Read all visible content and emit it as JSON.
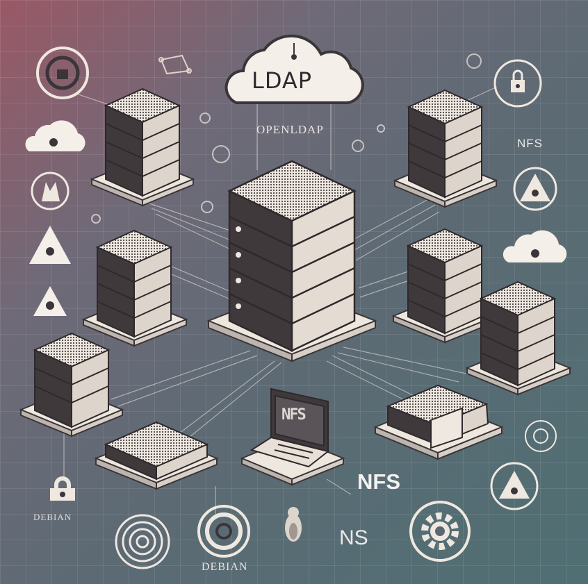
{
  "labels": {
    "cloud": "LDAP",
    "openldap": "OPENLDAP",
    "nfs_right": "NFS",
    "nfs_mid": "NFS",
    "ns": "NS",
    "debian_left": "DEBIAN",
    "debian": "DEBIAN",
    "laptop_screen": "NFS"
  },
  "icons": [
    "lock-badge-icon",
    "ethernet-icon",
    "cloud-lock-icon",
    "mask-icon",
    "warning-icon",
    "warning-lock-icon",
    "padlock-icon",
    "spiral-icon",
    "target-icon",
    "penguin-icon",
    "gear-icon",
    "warning-badge-icon",
    "power-icon",
    "cloud-icon",
    "warning-right-icon",
    "padlock-badge-icon"
  ],
  "colors": {
    "cream": "#efe8e0",
    "dark_metal": "#3a3538",
    "line": "#f0e8e0"
  }
}
